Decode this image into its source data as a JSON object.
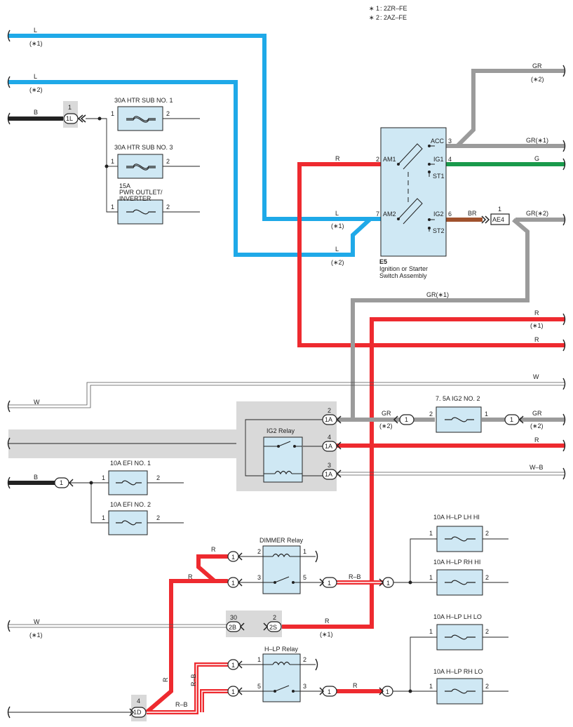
{
  "legend": [
    {
      "mark": "∗ 1",
      "text": ": 2ZR–FE"
    },
    {
      "mark": "∗ 2",
      "text": ": 2AZ–FE"
    }
  ],
  "colors": {
    "L": "#1fa9e8",
    "R": "#ee2a2f",
    "GR": "#9b9b9b",
    "G": "#199a4b",
    "BR": "#a0522d",
    "B": "#222222",
    "W": "#ffffff",
    "box_fill": "#cfe8f4",
    "shade": "#d9d9d9"
  },
  "fuses": {
    "htr1": {
      "name": "30A HTR SUB NO. 1",
      "p1": "1",
      "p2": "2"
    },
    "htr3": {
      "name": "30A HTR SUB NO. 3",
      "p1": "1",
      "p2": "2"
    },
    "pwr": {
      "amp": "15A",
      "name1": "PWR OUTLET/",
      "name2": "INVERTER",
      "p1": "1",
      "p2": "2"
    },
    "ig2no2": {
      "name": "7. 5A IG2 NO. 2",
      "p1": "2",
      "p2": "1"
    },
    "efi1": {
      "name": "10A EFI NO. 1",
      "p1": "1",
      "p2": "2"
    },
    "efi2": {
      "name": "10A EFI NO. 2",
      "p1": "1",
      "p2": "2"
    },
    "lhhi": {
      "name": "10A H–LP LH HI",
      "p1": "1",
      "p2": "2"
    },
    "rhhi": {
      "name": "10A H–LP RH HI",
      "p1": "1",
      "p2": "2"
    },
    "lhlo": {
      "name": "10A H–LP LH LO",
      "p1": "1",
      "p2": "2"
    },
    "rhlo": {
      "name": "10A H–LP RH LO",
      "p1": "1",
      "p2": "2"
    }
  },
  "ignition": {
    "code": "E5",
    "desc1": "Ignition or Starter",
    "desc2": "Switch Assembly",
    "am1": "AM1",
    "am2": "AM2",
    "acc": "ACC",
    "ig1": "IG1",
    "st1": "ST1",
    "ig2": "IG2",
    "st2": "ST2",
    "pin_am1": "2",
    "pin_am2": "7",
    "pin_acc": "3",
    "pin_ig1": "4",
    "pin_ig2": "6"
  },
  "relays": {
    "ig2": {
      "name": "IG2 Relay"
    },
    "dimmer": {
      "name": "DIMMER Relay",
      "p2": "2",
      "p1": "1",
      "p3": "3",
      "p5": "5"
    },
    "hlp": {
      "name": "H–LP Relay",
      "p1": "1",
      "p2": "2",
      "p5": "5",
      "p3": "3"
    }
  },
  "connectors": {
    "c1L": {
      "pin": "1",
      "label": "1L"
    },
    "c1A_2": {
      "pin": "2",
      "label": "1A"
    },
    "c1A_4": {
      "pin": "4",
      "label": "1A"
    },
    "c1A_3": {
      "pin": "3",
      "label": "1A"
    },
    "c1D": {
      "pin": "4",
      "label": "1D"
    },
    "c2B": {
      "pin": "30",
      "label": "2B"
    },
    "c2S": {
      "pin": "2",
      "label": "2S"
    },
    "cAE4": {
      "pin": "1",
      "label": "AE4"
    },
    "one": "1"
  },
  "wires": {
    "L": "L",
    "R": "R",
    "B": "B",
    "W": "W",
    "G": "G",
    "GR": "GR",
    "BR": "BR",
    "RB": "R–B",
    "WB": "W–B",
    "GRs1": "GR(∗1)",
    "GRs2": "GR(∗2)",
    "s1": "(∗1)",
    "s2": "(∗2)"
  }
}
